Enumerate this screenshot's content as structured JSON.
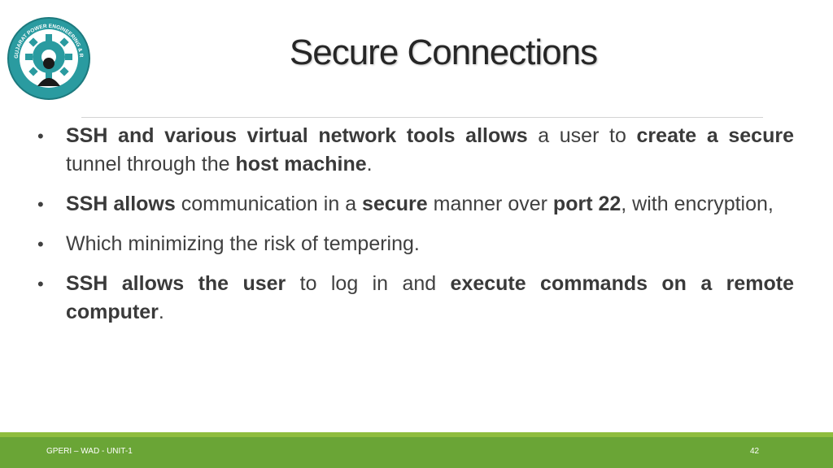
{
  "slide": {
    "title": "Secure Connections",
    "logo_text": "GUJARAT POWER ENGINEERING & RESEARCH INSTITUTE",
    "bullets": [
      [
        {
          "t": "SSH and various virtual network tools allows",
          "b": true
        },
        {
          "t": " a user to ",
          "b": false
        },
        {
          "t": "create a secure",
          "b": true
        },
        {
          "t": " tunnel through the ",
          "b": false
        },
        {
          "t": "host machine",
          "b": true
        },
        {
          "t": ".",
          "b": false
        }
      ],
      [
        {
          "t": "SSH allows",
          "b": true
        },
        {
          "t": " communication in a ",
          "b": false
        },
        {
          "t": "secure",
          "b": true
        },
        {
          "t": " manner over ",
          "b": false
        },
        {
          "t": "port 22",
          "b": true
        },
        {
          "t": ", with encryption,",
          "b": false
        }
      ],
      [
        {
          "t": "Which minimizing the risk of tempering.",
          "b": false
        }
      ],
      [
        {
          "t": "SSH allows the user",
          "b": true
        },
        {
          "t": " to log in and ",
          "b": false
        },
        {
          "t": "execute commands on a remote computer",
          "b": true
        },
        {
          "t": ".",
          "b": false
        }
      ]
    ]
  },
  "footer": {
    "left": "GPERI – WAD -  UNIT-1",
    "page_number": "42"
  },
  "colors": {
    "footer_green": "#6aa536",
    "footer_accent": "#8fbd3e",
    "logo_teal": "#2a9ba0"
  }
}
